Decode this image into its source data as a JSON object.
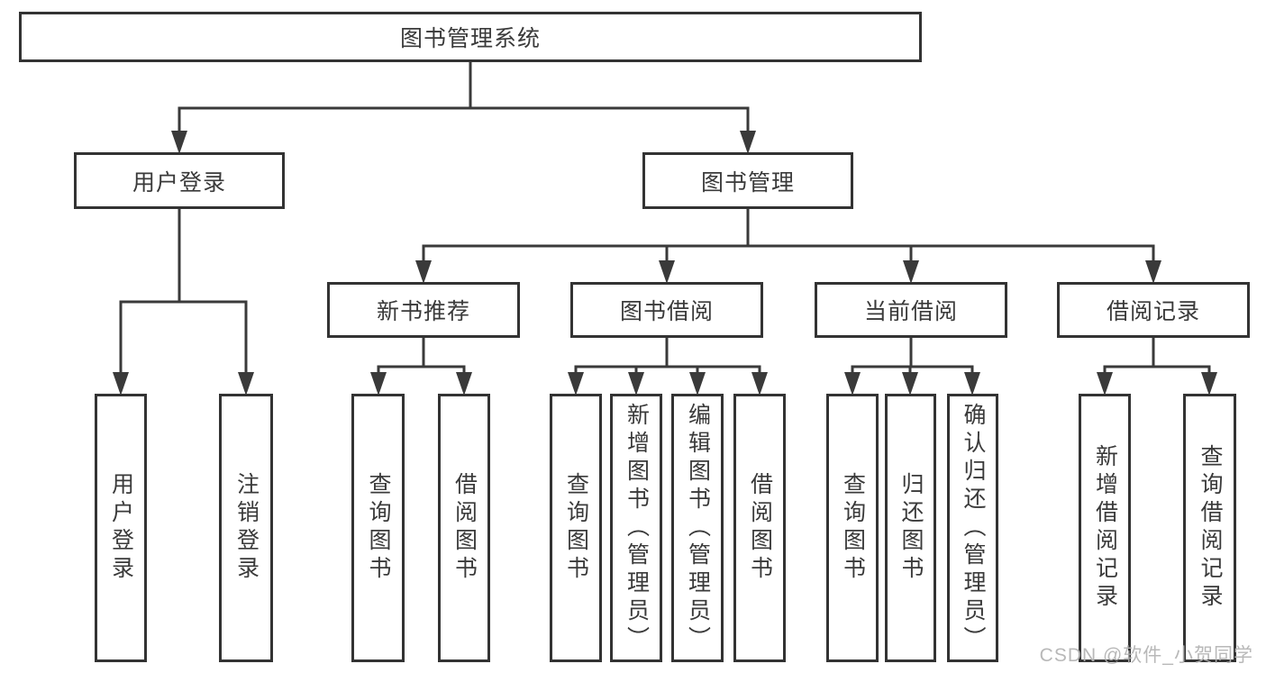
{
  "tree": {
    "label": "图书管理系统",
    "children": [
      {
        "label": "用户登录",
        "children": [
          {
            "label": "用户登录"
          },
          {
            "label": "注销登录"
          }
        ]
      },
      {
        "label": "图书管理",
        "children": [
          {
            "label": "新书推荐",
            "children": [
              {
                "label": "查询图书"
              },
              {
                "label": "借阅图书"
              }
            ]
          },
          {
            "label": "图书借阅",
            "children": [
              {
                "label": "查询图书"
              },
              {
                "label": "新增图书（管理员）"
              },
              {
                "label": "编辑图书（管理员）"
              },
              {
                "label": "借阅图书"
              }
            ]
          },
          {
            "label": "当前借阅",
            "children": [
              {
                "label": "查询图书"
              },
              {
                "label": "归还图书"
              },
              {
                "label": "确认归还（管理员）"
              }
            ]
          },
          {
            "label": "借阅记录",
            "children": [
              {
                "label": "新增借阅记录"
              },
              {
                "label": "查询借阅记录"
              }
            ]
          }
        ]
      }
    ]
  },
  "watermark": {
    "text": "CSDN @软件_小贺同学"
  },
  "colors": {
    "line": "#3a3a3a",
    "box_border": "#333333",
    "text": "#3a3a3a",
    "background": "#ffffff",
    "watermark": "#b2b2b2"
  }
}
